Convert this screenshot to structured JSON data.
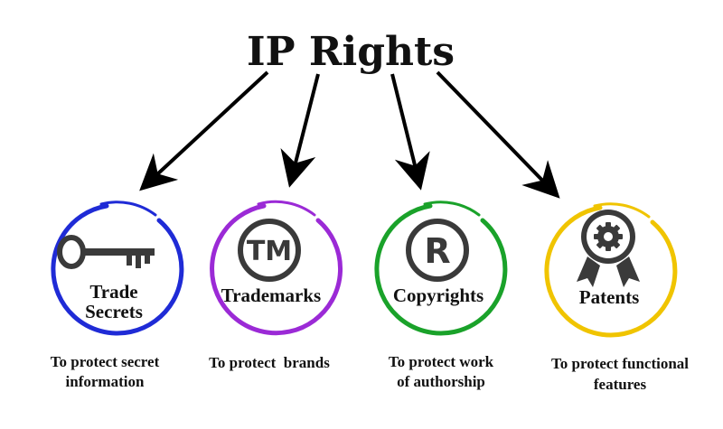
{
  "title": "IP Rights",
  "nodes": [
    {
      "label_lines": [
        "Trade",
        "Secrets"
      ],
      "icon": "key-icon",
      "color": "#1f2bd6",
      "description_lines": [
        "To protect secret",
        "information"
      ]
    },
    {
      "label_lines": [
        "Trademarks"
      ],
      "icon": "trademark-icon",
      "symbol": "TM",
      "color": "#9b2ad6",
      "description_lines": [
        "To protect  brands"
      ]
    },
    {
      "label_lines": [
        "Copyrights"
      ],
      "icon": "registered-icon",
      "symbol": "R",
      "color": "#1aa22a",
      "description_lines": [
        "To protect work",
        "of authorship"
      ]
    },
    {
      "label_lines": [
        "Patents"
      ],
      "icon": "award-gear-icon",
      "color": "#f0c400",
      "description_lines": [
        "To protect functional",
        "features"
      ]
    }
  ],
  "colors": {
    "text": "#111111",
    "icon": "#3a3a3a",
    "arrow": "#000000"
  }
}
